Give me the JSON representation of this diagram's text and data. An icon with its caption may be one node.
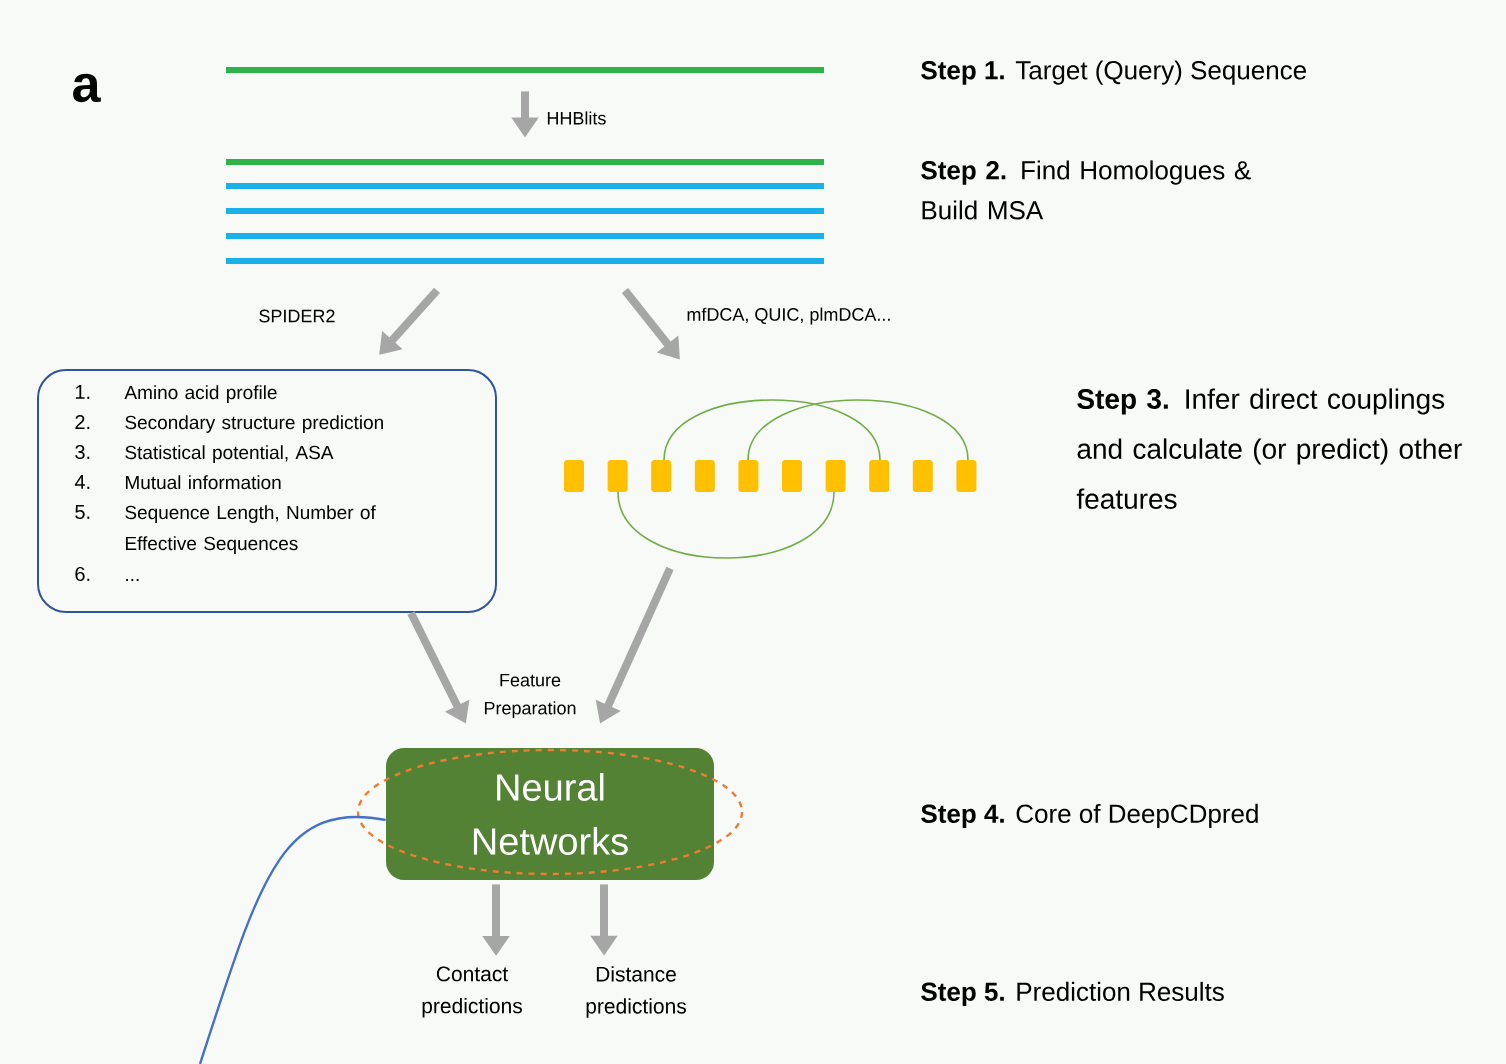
{
  "diagram": {
    "nodes": [
      {
        "text": [],
        "shape": "bar"
      },
      {
        "text": [],
        "shape": "bar"
      },
      {
        "text": [
          "Amino acid profile",
          "Secondary structure prediction",
          "Statistical potential, ASA",
          "Mutual information",
          "Sequence Length, Number of Effective Sequences",
          "..."
        ]
      },
      {
        "text": [],
        "shape": "picture"
      },
      {
        "text": [
          "Neural Networks"
        ]
      },
      {
        "text": [
          "Contact predictions"
        ]
      },
      {
        "text": [
          "Distance predictions"
        ]
      }
    ],
    "edges": [
      {
        "from": 0,
        "to": 1,
        "arrow": "to",
        "label": "HHBlits"
      },
      {
        "from": 1,
        "to": 2,
        "arrow": "to",
        "label": "SPIDER2"
      },
      {
        "from": 1,
        "to": 3,
        "arrow": "to",
        "label": "mfDCA, QUIC, plmDCA..."
      },
      {
        "from": 2,
        "to": 4,
        "arrow": "to"
      },
      {
        "from": 3,
        "to": 4,
        "arrow": "to"
      },
      {
        "from": 4,
        "to": 5,
        "arrow": "to"
      },
      {
        "from": 4,
        "to": 6,
        "arrow": "to"
      },
      {
        "from": null,
        "to": 4,
        "arrow": "none",
        "color": "#4472c4"
      }
    ],
    "labels": [
      "a",
      "**Step 1.** Target (Query) Sequence",
      "**Step 2.** Find Homologues & Build MSA",
      "1.",
      "2.",
      "3.",
      "4.",
      "5.",
      "6.",
      "**Step 3.** Infer direct couplings and calculate (or predict) other features",
      "Feature Preparation",
      "**Step 4.** Core of DeepCDpred",
      "**Step 5.** Prediction Results"
    ]
  }
}
